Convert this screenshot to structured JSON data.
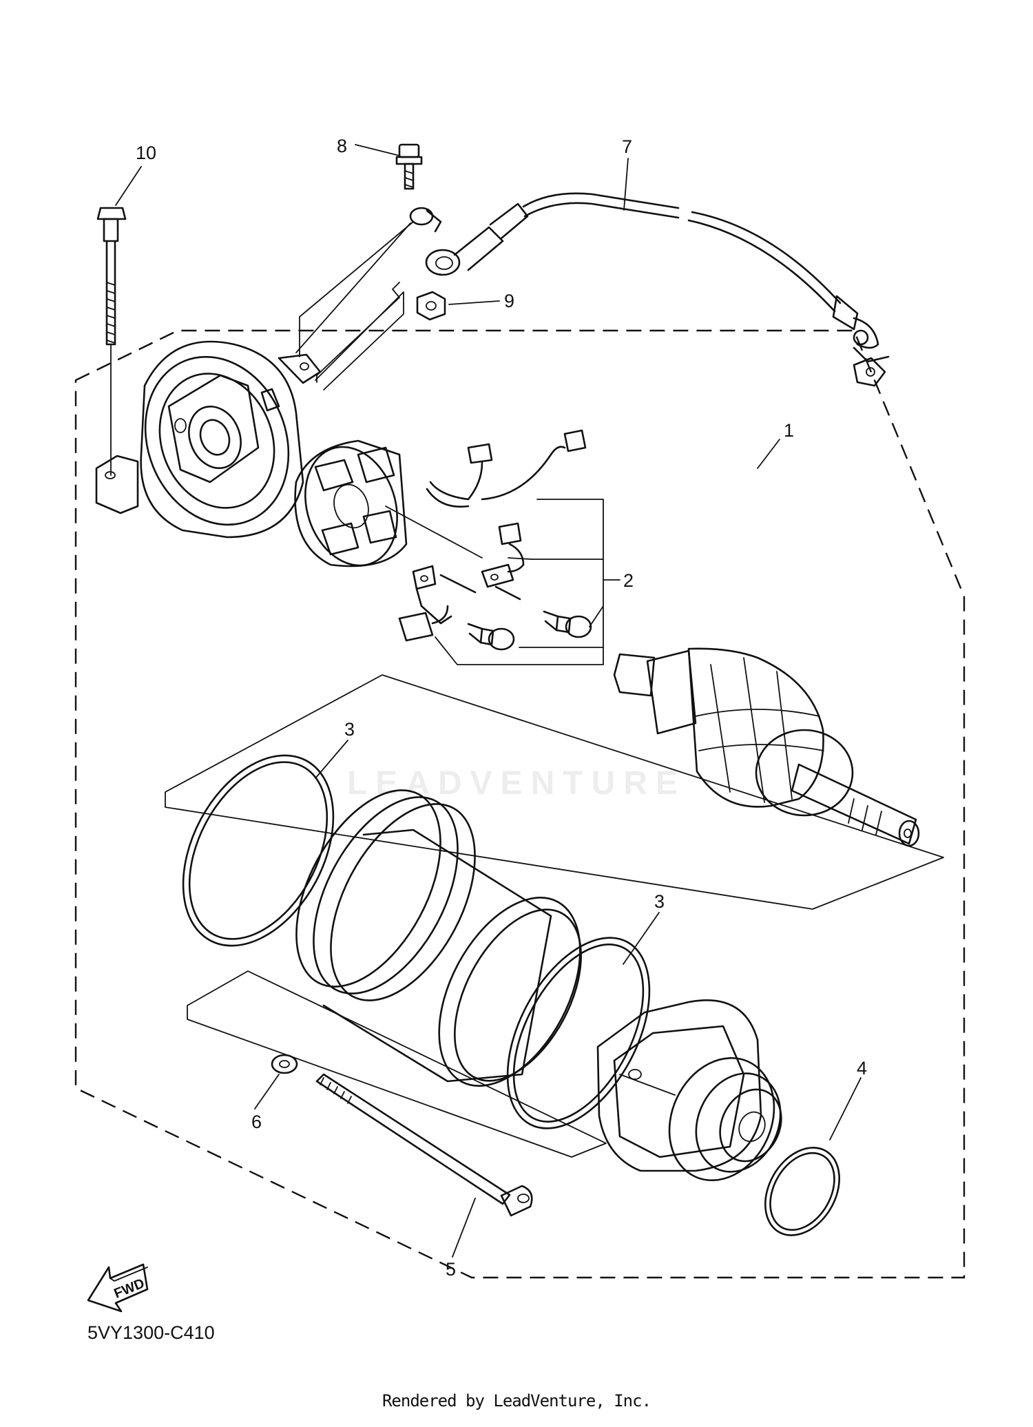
{
  "callouts": [
    "1",
    "2",
    "3",
    "3",
    "4",
    "5",
    "6",
    "7",
    "8",
    "9",
    "10"
  ],
  "diagram_code": "5VY1300-C410",
  "fwd_label": "FWD",
  "watermark": "LEADVENTURE",
  "footer": "Rendered by LeadVenture, Inc."
}
